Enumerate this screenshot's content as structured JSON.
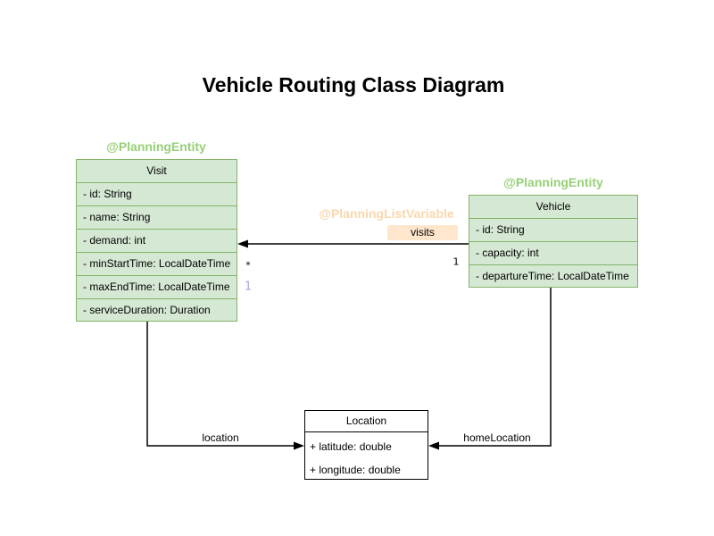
{
  "title": "Vehicle Routing Class Diagram",
  "colors": {
    "entity_fill": "#d5e8d4",
    "entity_border": "#82b366",
    "entity_annotation_text": "#97d077",
    "list_variable_annotation_text": "#fad7ac",
    "visits_label_fill": "#ffe6cc",
    "shadow_multiplicity_text": "#b1a0d8",
    "edge_color": "#000000"
  },
  "classes": {
    "visit": {
      "annotation": "@PlanningEntity",
      "name": "Visit",
      "attributes": [
        "- id: String",
        "- name: String",
        "- demand: int",
        "- minStartTime: LocalDateTime",
        "- maxEndTime: LocalDateTime",
        "- serviceDuration: Duration"
      ]
    },
    "vehicle": {
      "annotation": "@PlanningEntity",
      "name": "Vehicle",
      "attributes": [
        "- id: String",
        "- capacity: int",
        "- departureTime: LocalDateTime"
      ]
    },
    "location": {
      "name": "Location",
      "attributes": [
        "+ latitude: double",
        "+ longitude: double"
      ]
    }
  },
  "relations": {
    "visits": {
      "annotation": "@PlanningListVariable",
      "label": "visits",
      "target_multiplicity": "*",
      "source_multiplicity": "1",
      "shadow_multiplicity": "1"
    },
    "location": {
      "label": "location"
    },
    "home_location": {
      "label": "homeLocation"
    }
  }
}
